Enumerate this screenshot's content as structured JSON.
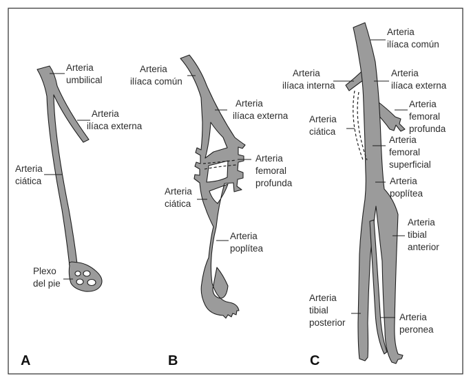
{
  "panels": {
    "a": {
      "letter": "A",
      "labels": {
        "umbilical": [
          "Arteria",
          "umbilical"
        ],
        "iliaca_externa": [
          "Arteria",
          "ilíaca externa"
        ],
        "ciatica": [
          "Arteria",
          "ciática"
        ],
        "plexo": [
          "Plexo",
          "del pie"
        ]
      }
    },
    "b": {
      "letter": "B",
      "labels": {
        "iliaca_comun": [
          "Arteria",
          "ilíaca común"
        ],
        "iliaca_externa": [
          "Arteria",
          "ilíaca externa"
        ],
        "femoral_profunda": [
          "Arteria",
          "femoral",
          "profunda"
        ],
        "ciatica": [
          "Arteria",
          "ciática"
        ],
        "poplitea": [
          "Arteria",
          "poplítea"
        ]
      }
    },
    "c": {
      "letter": "C",
      "labels": {
        "iliaca_comun": [
          "Arteria",
          "ilíaca común"
        ],
        "iliaca_interna": [
          "Arteria",
          "ilíaca interna"
        ],
        "iliaca_externa": [
          "Arteria",
          "ilíaca externa"
        ],
        "femoral_profunda": [
          "Arteria",
          "femoral",
          "profunda"
        ],
        "ciatica": [
          "Arteria",
          "ciática"
        ],
        "femoral_superficial": [
          "Arteria",
          "femoral",
          "superficial"
        ],
        "poplitea": [
          "Arteria",
          "poplítea"
        ],
        "tibial_anterior": [
          "Arteria",
          "tibial",
          "anterior"
        ],
        "tibial_posterior": [
          "Arteria",
          "tibial",
          "posterior"
        ],
        "peronea": [
          "Arteria",
          "peronea"
        ]
      }
    }
  }
}
